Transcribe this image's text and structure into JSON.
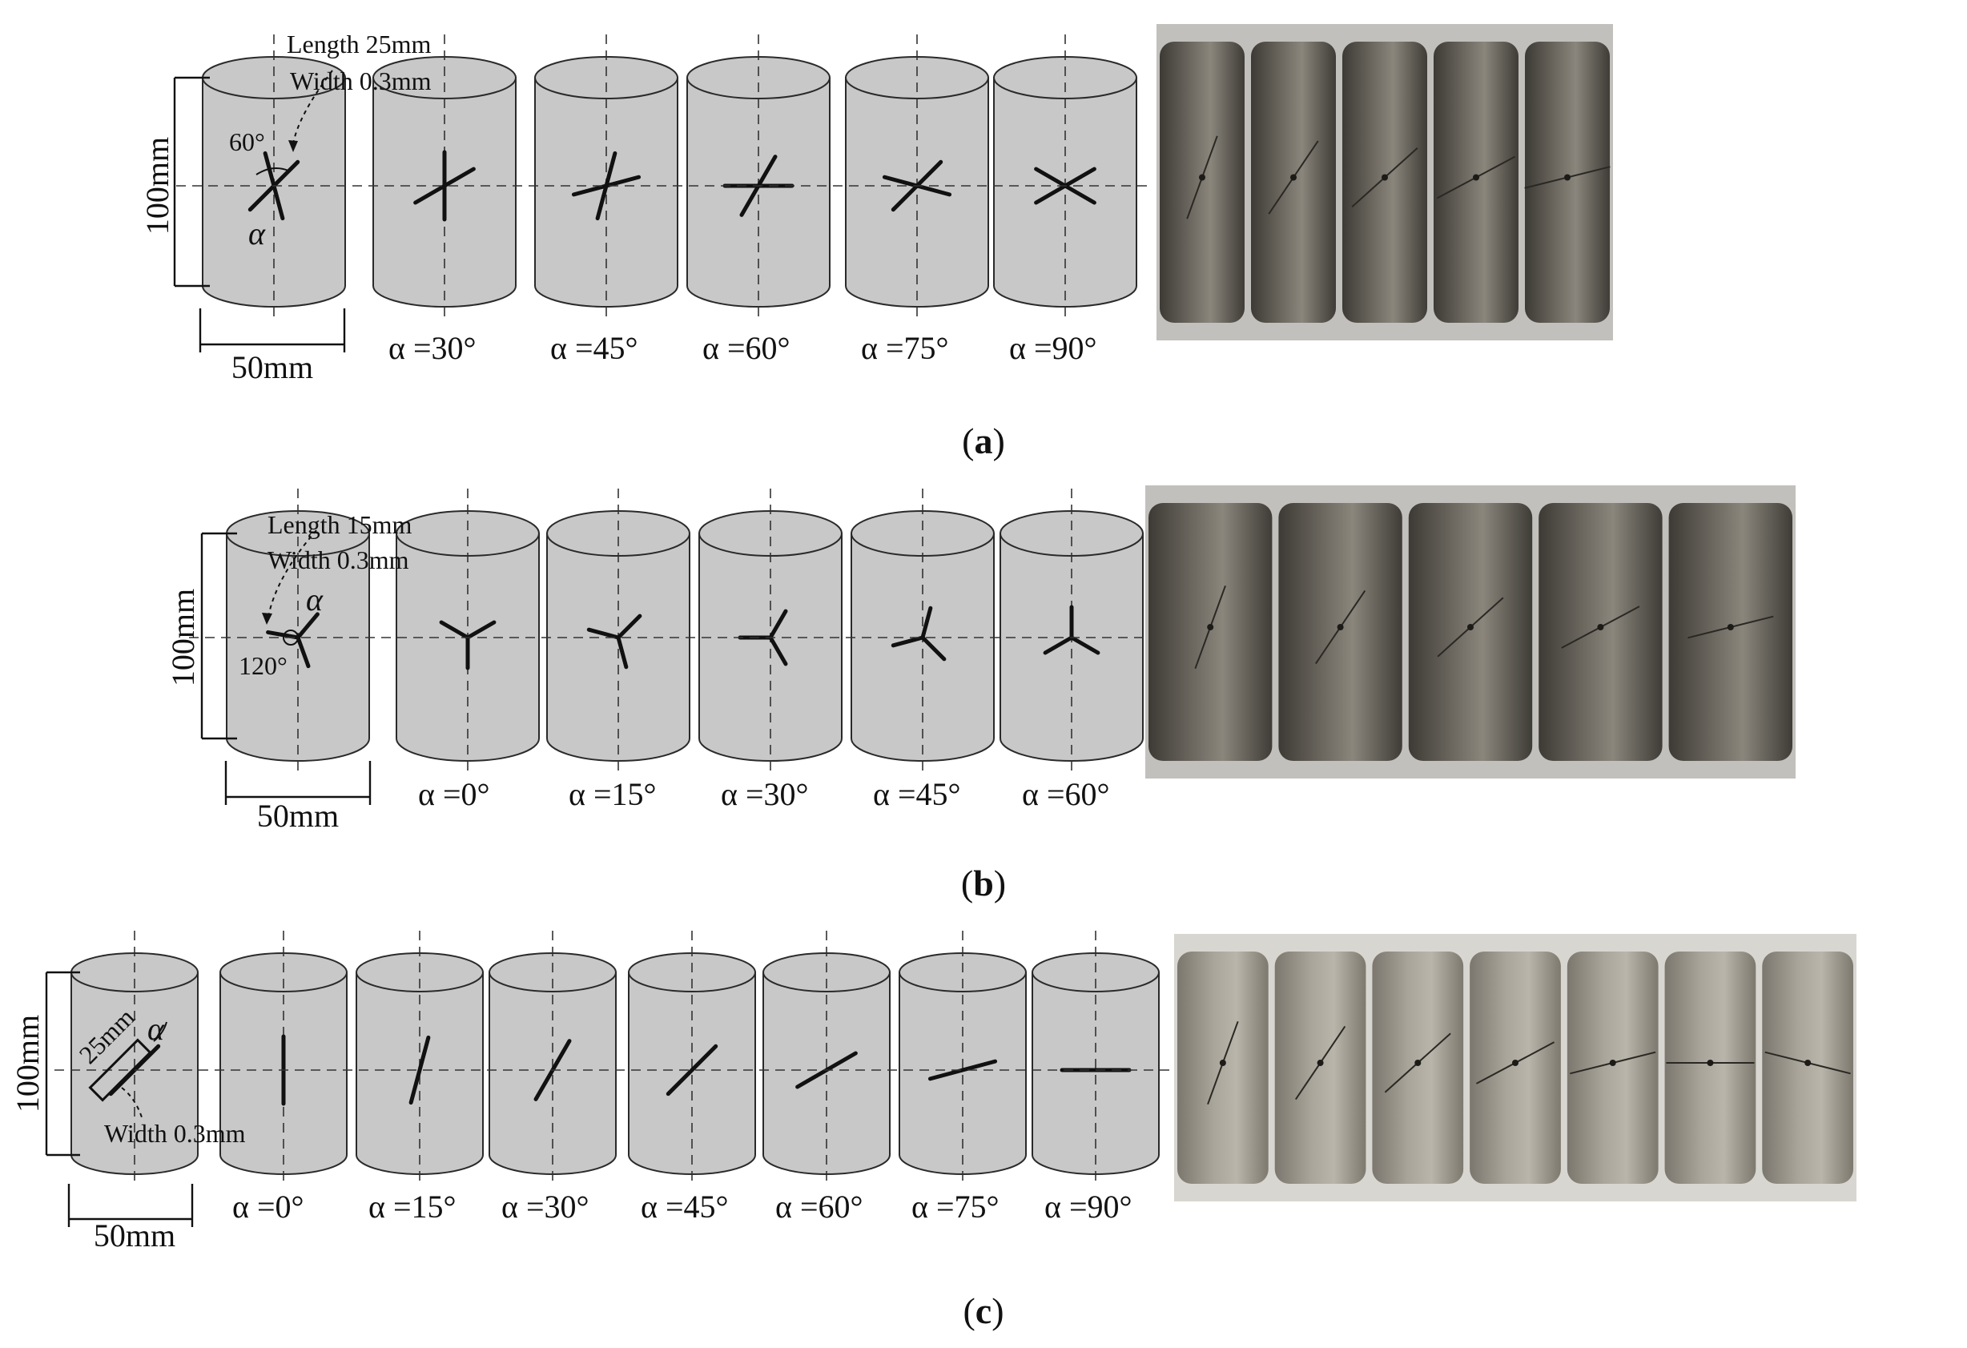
{
  "panels": [
    {
      "id": "a",
      "caption": "a",
      "crack_type": "x",
      "annotations": {
        "length": "Length 25mm",
        "width": "Width 0.3mm",
        "height": "100mm",
        "diameter": "50mm",
        "included_angle": "60°",
        "alpha": "α"
      },
      "specimens": [
        {
          "alpha_deg": 15,
          "label": ""
        },
        {
          "alpha_deg": 30,
          "label": "α =30°"
        },
        {
          "alpha_deg": 45,
          "label": "α =45°"
        },
        {
          "alpha_deg": 60,
          "label": "α =60°"
        },
        {
          "alpha_deg": 75,
          "label": "α =75°"
        },
        {
          "alpha_deg": 90,
          "label": "α =90°"
        }
      ],
      "photo_count": 5
    },
    {
      "id": "b",
      "caption": "b",
      "crack_type": "y",
      "annotations": {
        "length": "Length 15mm",
        "width": "Width 0.3mm",
        "height": "100mm",
        "diameter": "50mm",
        "included_angle": "120°",
        "alpha": "α"
      },
      "specimens": [
        {
          "alpha_deg": 20,
          "label": ""
        },
        {
          "alpha_deg": 0,
          "label": "α =0°"
        },
        {
          "alpha_deg": 15,
          "label": "α =15°"
        },
        {
          "alpha_deg": 30,
          "label": "α =30°"
        },
        {
          "alpha_deg": 45,
          "label": "α =45°"
        },
        {
          "alpha_deg": 60,
          "label": "α =60°"
        }
      ],
      "photo_count": 5
    },
    {
      "id": "c",
      "caption": "c",
      "crack_type": "single",
      "annotations": {
        "length": "25mm",
        "width": "Width 0.3mm",
        "height": "100mm",
        "diameter": "50mm",
        "alpha": "α"
      },
      "specimens": [
        {
          "alpha_deg": 45,
          "label": ""
        },
        {
          "alpha_deg": 0,
          "label": "α =0°"
        },
        {
          "alpha_deg": 15,
          "label": "α =15°"
        },
        {
          "alpha_deg": 30,
          "label": "α =30°"
        },
        {
          "alpha_deg": 45,
          "label": "α =45°"
        },
        {
          "alpha_deg": 60,
          "label": "α =60°"
        },
        {
          "alpha_deg": 75,
          "label": "α =75°"
        },
        {
          "alpha_deg": 90,
          "label": "α =90°"
        }
      ],
      "photo_count": 7
    }
  ],
  "colors": {
    "cylinder_fill": "#c8c8c8",
    "photo_background": "#c2c0bc",
    "specimen_dark": "#5a5650",
    "specimen_light": "#9a968c"
  }
}
